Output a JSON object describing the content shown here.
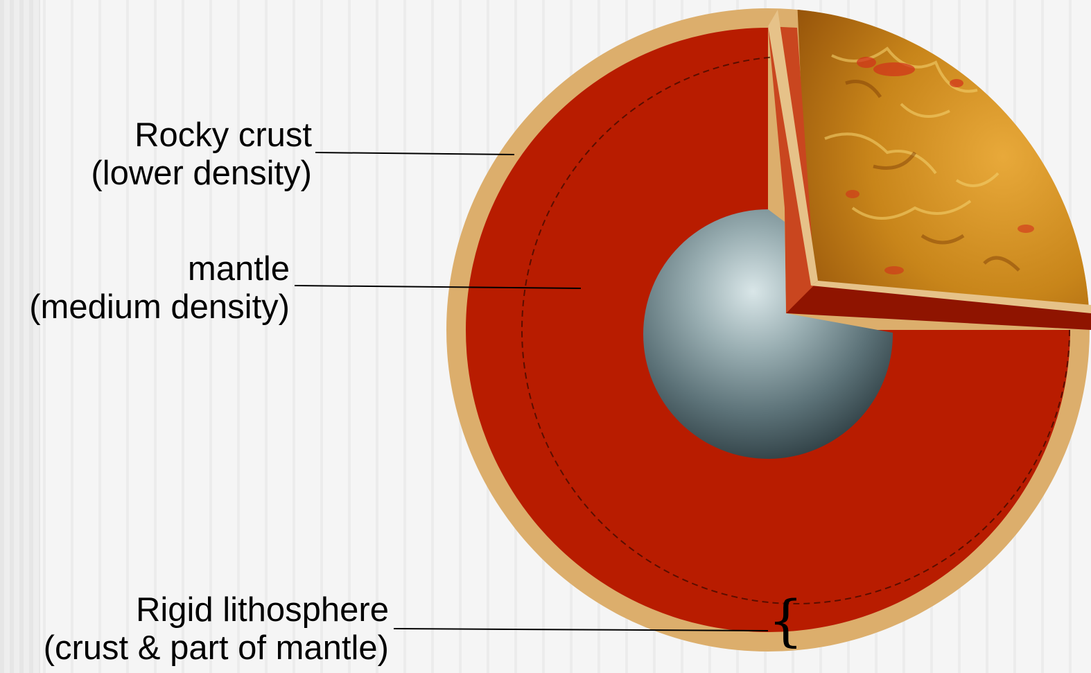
{
  "labels": {
    "crust": {
      "line1": "Rocky crust",
      "line2": "(lower density)"
    },
    "mantle": {
      "line1": "mantle",
      "line2": "(medium density)"
    },
    "lithosphere": {
      "line1": "Rigid lithosphere",
      "line2": "(crust & part of mantle)"
    }
  },
  "brace_glyph": "{",
  "colors": {
    "crust": "#dcae6c",
    "mantle": "#b81c00",
    "core": "#5c7278",
    "surface": "#c8851a"
  }
}
